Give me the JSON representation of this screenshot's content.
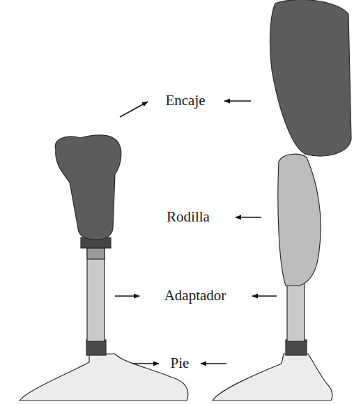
{
  "diagram": {
    "labels": [
      "Encaje",
      "Rodilla",
      "Adaptador",
      "Pie"
    ]
  }
}
